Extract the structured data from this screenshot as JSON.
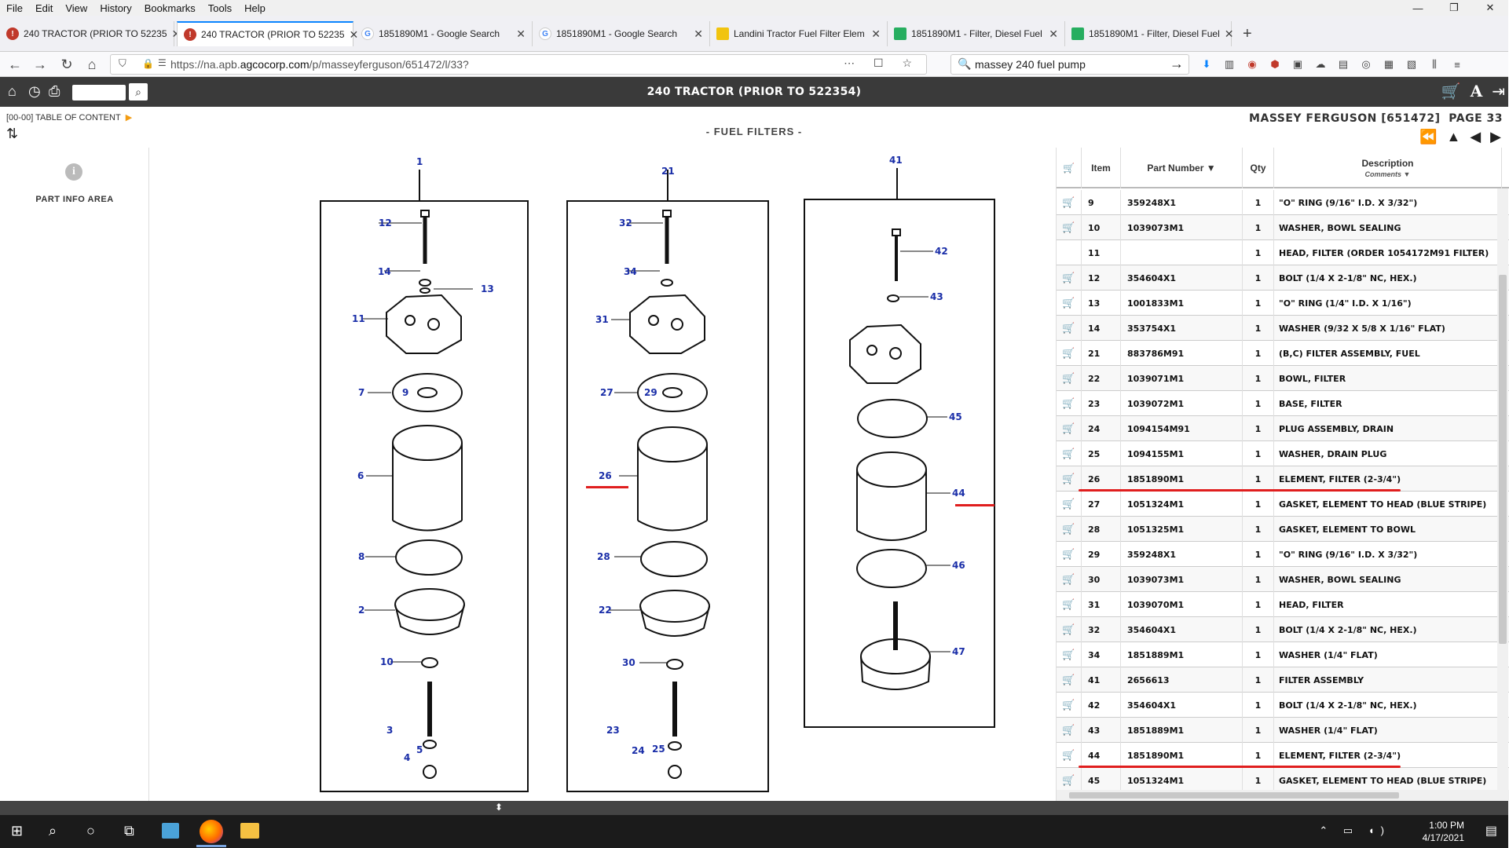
{
  "menu": [
    "File",
    "Edit",
    "View",
    "History",
    "Bookmarks",
    "Tools",
    "Help"
  ],
  "window_controls": [
    "—",
    "❐",
    "✕"
  ],
  "tabs": [
    {
      "label": "240 TRACTOR (PRIOR TO 52235",
      "icon": "agco-icon",
      "color": "#c0392b",
      "active": false
    },
    {
      "label": "240 TRACTOR (PRIOR TO 52235",
      "icon": "agco-icon",
      "color": "#c0392b",
      "active": true
    },
    {
      "label": "1851890M1 - Google Search",
      "icon": "google-icon",
      "color": "#4285f4",
      "active": false
    },
    {
      "label": "1851890M1 - Google Search",
      "icon": "google-icon",
      "color": "#4285f4",
      "active": false
    },
    {
      "label": "Landini Tractor Fuel Filter Elem",
      "icon": "bookmark-icon",
      "color": "#f1c40f",
      "active": false
    },
    {
      "label": "1851890M1 - Filter, Diesel Fuel",
      "icon": "shop-icon",
      "color": "#27ae60",
      "active": false
    },
    {
      "label": "1851890M1 - Filter, Diesel Fuel",
      "icon": "shop-icon",
      "color": "#27ae60",
      "active": false
    }
  ],
  "url": {
    "prefix": "https://na.apb.",
    "domain": "agcocorp.com",
    "path": "/p/masseyferguson/651472/l/33?"
  },
  "search": {
    "value": "massey 240 fuel pump"
  },
  "app": {
    "title": "240 TRACTOR (PRIOR TO 522354)",
    "toc": "[00-00] TABLE OF CONTENT",
    "section": "- FUEL FILTERS -",
    "brand": "MASSEY FERGUSON [651472]",
    "page": "PAGE 33",
    "part_info_area": "PART INFO AREA"
  },
  "table": {
    "headers": {
      "item": "Item",
      "part_number": "Part Number",
      "qty": "Qty",
      "description": "Description",
      "comments": "Comments"
    },
    "rows": [
      {
        "item": "9",
        "pn": "359248X1",
        "qty": "1",
        "desc": "\"O\" RING (9/16\" I.D. X 3/32\")",
        "cart": true
      },
      {
        "item": "10",
        "pn": "1039073M1",
        "qty": "1",
        "desc": "WASHER, BOWL SEALING",
        "cart": true
      },
      {
        "item": "11",
        "pn": "",
        "qty": "1",
        "desc": "HEAD, FILTER (ORDER 1054172M91 FILTER)",
        "cart": false
      },
      {
        "item": "12",
        "pn": "354604X1",
        "qty": "1",
        "desc": "BOLT (1/4 X 2-1/8\" NC, HEX.)",
        "cart": true
      },
      {
        "item": "13",
        "pn": "1001833M1",
        "qty": "1",
        "desc": "\"O\" RING (1/4\" I.D. X 1/16\")",
        "cart": true
      },
      {
        "item": "14",
        "pn": "353754X1",
        "qty": "1",
        "desc": "WASHER (9/32 X 5/8 X 1/16\" FLAT)",
        "cart": true
      },
      {
        "item": "21",
        "pn": "883786M91",
        "qty": "1",
        "desc": "(B,C) FILTER ASSEMBLY, FUEL",
        "cart": true
      },
      {
        "item": "22",
        "pn": "1039071M1",
        "qty": "1",
        "desc": "BOWL, FILTER",
        "cart": true
      },
      {
        "item": "23",
        "pn": "1039072M1",
        "qty": "1",
        "desc": "BASE, FILTER",
        "cart": true
      },
      {
        "item": "24",
        "pn": "1094154M91",
        "qty": "1",
        "desc": "PLUG ASSEMBLY, DRAIN",
        "cart": true
      },
      {
        "item": "25",
        "pn": "1094155M1",
        "qty": "1",
        "desc": "WASHER, DRAIN PLUG",
        "cart": true
      },
      {
        "item": "26",
        "pn": "1851890M1",
        "qty": "1",
        "desc": "ELEMENT, FILTER (2-3/4\")",
        "cart": true,
        "underlined": true
      },
      {
        "item": "27",
        "pn": "1051324M1",
        "qty": "1",
        "desc": "GASKET, ELEMENT TO HEAD (BLUE STRIPE)",
        "cart": true
      },
      {
        "item": "28",
        "pn": "1051325M1",
        "qty": "1",
        "desc": "GASKET, ELEMENT TO BOWL",
        "cart": true
      },
      {
        "item": "29",
        "pn": "359248X1",
        "qty": "1",
        "desc": "\"O\" RING (9/16\" I.D. X 3/32\")",
        "cart": true
      },
      {
        "item": "30",
        "pn": "1039073M1",
        "qty": "1",
        "desc": "WASHER, BOWL SEALING",
        "cart": true
      },
      {
        "item": "31",
        "pn": "1039070M1",
        "qty": "1",
        "desc": "HEAD, FILTER",
        "cart": true
      },
      {
        "item": "32",
        "pn": "354604X1",
        "qty": "1",
        "desc": "BOLT (1/4 X 2-1/8\" NC, HEX.)",
        "cart": true
      },
      {
        "item": "34",
        "pn": "1851889M1",
        "qty": "1",
        "desc": "WASHER (1/4\" FLAT)",
        "cart": true
      },
      {
        "item": "41",
        "pn": "2656613",
        "qty": "1",
        "desc": "FILTER ASSEMBLY",
        "cart": true
      },
      {
        "item": "42",
        "pn": "354604X1",
        "qty": "1",
        "desc": "BOLT (1/4 X 2-1/8\" NC, HEX.)",
        "cart": true
      },
      {
        "item": "43",
        "pn": "1851889M1",
        "qty": "1",
        "desc": "WASHER (1/4\" FLAT)",
        "cart": true
      },
      {
        "item": "44",
        "pn": "1851890M1",
        "qty": "1",
        "desc": "ELEMENT, FILTER (2-3/4\")",
        "cart": true,
        "underlined": true
      },
      {
        "item": "45",
        "pn": "1051324M1",
        "qty": "1",
        "desc": "GASKET, ELEMENT TO HEAD (BLUE STRIPE)",
        "cart": true
      }
    ]
  },
  "diagram_callouts": {
    "a": [
      "1",
      "12",
      "14",
      "13",
      "11",
      "7",
      "9",
      "6",
      "8",
      "2",
      "10",
      "3",
      "5",
      "4"
    ],
    "b": [
      "21",
      "32",
      "34",
      "31",
      "27",
      "29",
      "26",
      "28",
      "22",
      "30",
      "23",
      "24",
      "25"
    ],
    "c": [
      "41",
      "42",
      "43",
      "45",
      "44",
      "46",
      "47"
    ]
  },
  "taskbar": {
    "time": "1:00 PM",
    "date": "4/17/2021"
  },
  "colors": {
    "accent_red": "#e01e1e",
    "callout_blue": "#1a2ea8",
    "header_bg": "#3a3a3a"
  }
}
